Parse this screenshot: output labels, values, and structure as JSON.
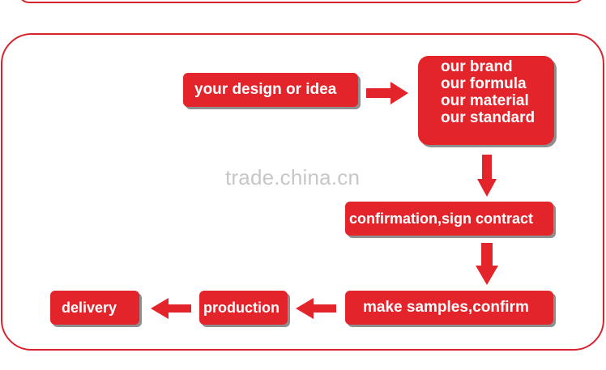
{
  "flow": {
    "design_idea": "your design or idea",
    "our_items": [
      "our brand",
      "our formula",
      "our material",
      "our standard"
    ],
    "confirmation": "confirmation,sign contract",
    "make_samples": "make samples,confirm",
    "production": "production",
    "delivery": "delivery"
  },
  "watermark": "trade.china.cn",
  "colors": {
    "accent": "#e3242b",
    "frame": "#d9232e",
    "shadow": "#8e8e8e",
    "watermark": "#c7c7c7"
  }
}
